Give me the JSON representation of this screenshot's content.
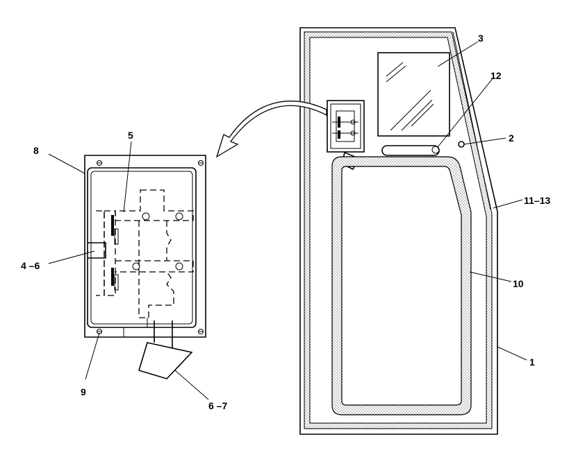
{
  "diagram": {
    "callouts": {
      "c1": "1",
      "c2": "2",
      "c3": "3",
      "c4_6": "4 –6",
      "c5": "5",
      "c6_7": "6 –7",
      "c8": "8",
      "c9": "9",
      "c10": "10",
      "c11_13": "11–13",
      "c12": "12"
    }
  }
}
